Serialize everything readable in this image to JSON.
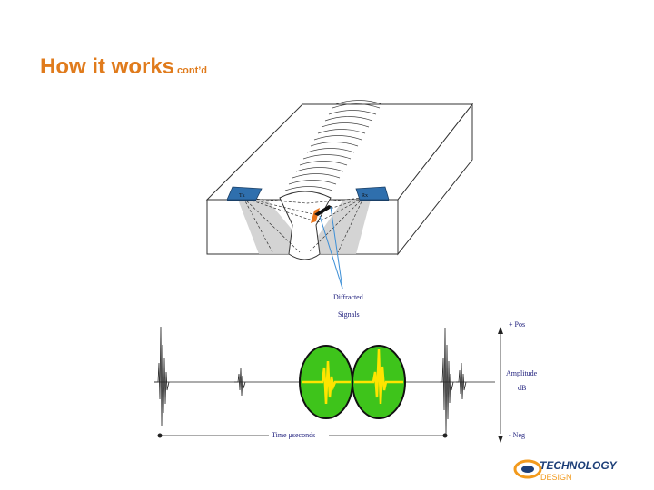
{
  "slide": {
    "title": "How it works",
    "title_suffix": "cont’d"
  },
  "weld_block": {
    "probe_left_label": "Tx",
    "probe_right_label": "Rx"
  },
  "labels": {
    "diffracted_line1": "Diffracted",
    "diffracted_line2": "Signals",
    "pos": "+ Pos",
    "amplitude_line1": "Amplitude",
    "amplitude_line2": "dB",
    "neg": "- Neg",
    "time_axis": "Time μseconds"
  },
  "logo": {
    "name": "TECHNOLOGY",
    "sub": "DESIGN"
  },
  "colors": {
    "title": "#e07b1c",
    "probe": "#2f6fad",
    "signal_green": "#3ec41b",
    "signal_yellow": "#ffe400",
    "diffraction_line": "#3d8fd6",
    "label_text": "#1a1a7a",
    "logo_orange": "#f29a1d",
    "logo_blue": "#1d3f78"
  }
}
